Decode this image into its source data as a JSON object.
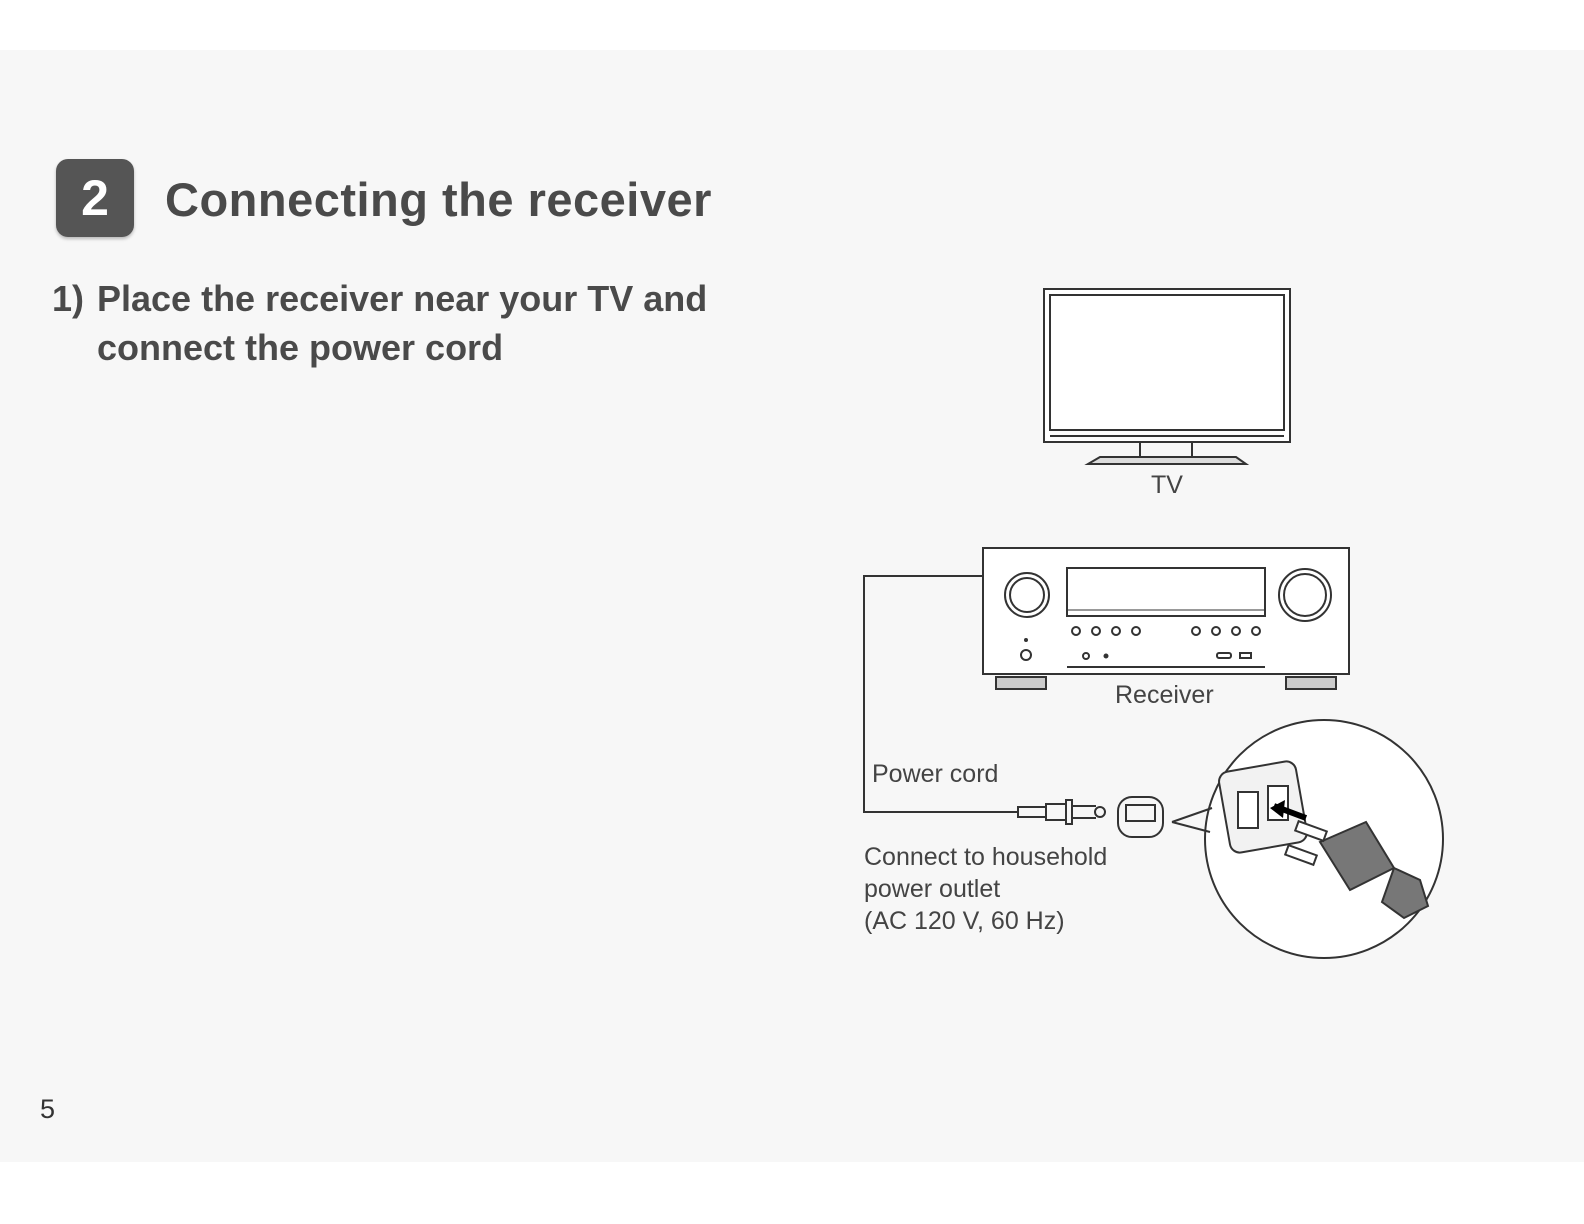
{
  "section": {
    "number": "2",
    "title": "Connecting the receiver"
  },
  "step": {
    "number": "1)",
    "line1": "Place the receiver near your TV and",
    "line2": "connect the power cord"
  },
  "diagram": {
    "tv_label": "TV",
    "receiver_label": "Receiver",
    "power_cord_label": "Power cord",
    "outlet_label_lines": [
      "Connect to household",
      "power outlet",
      "(AC 120 V, 60 Hz)"
    ]
  },
  "page_number": "5"
}
